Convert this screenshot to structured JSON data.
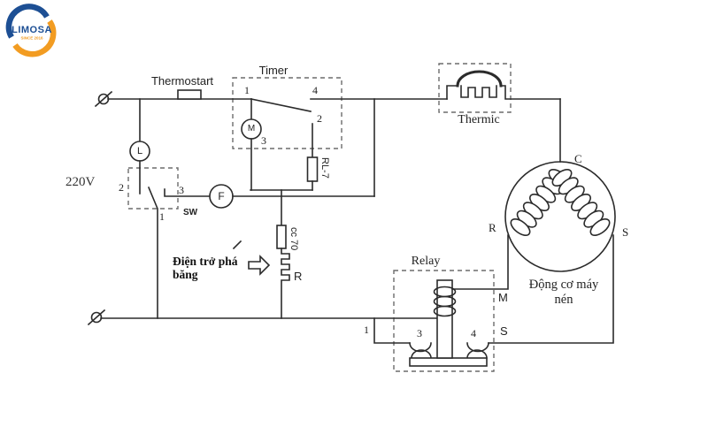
{
  "logo": {
    "brand": "LIMOSA",
    "tagline": "SINCE 2016",
    "blue": "#1d4f94",
    "orange": "#f29c22"
  },
  "diagram": {
    "line_color": "#2b2b2b",
    "supply_voltage": "220V",
    "thermostat_label": "Thermostart",
    "timer": {
      "title": "Timer",
      "terminal_1": "1",
      "terminal_2": "2",
      "terminal_3": "3",
      "terminal_4": "4",
      "motor_letter": "M",
      "heater_ref": "RL-7"
    },
    "lamp_letter": "L",
    "door_switch": {
      "label": "SW",
      "terminal_1": "1",
      "terminal_2": "2",
      "terminal_3": "3"
    },
    "fan_letter": "F",
    "fuse_ref": "cc 70",
    "defrost_resistor": {
      "ref": "R",
      "note_line1": "Điện trở phá",
      "note_line2": "băng"
    },
    "thermic_label": "Thermic",
    "relay": {
      "title": "Relay",
      "terminal_1": "1",
      "terminal_3": "3",
      "terminal_4": "4",
      "terminal_m": "M",
      "terminal_s": "S"
    },
    "compressor_motor": {
      "terminal_c": "C",
      "terminal_r": "R",
      "terminal_s": "S",
      "caption_line1": "Động cơ máy",
      "caption_line2": "nén"
    }
  }
}
